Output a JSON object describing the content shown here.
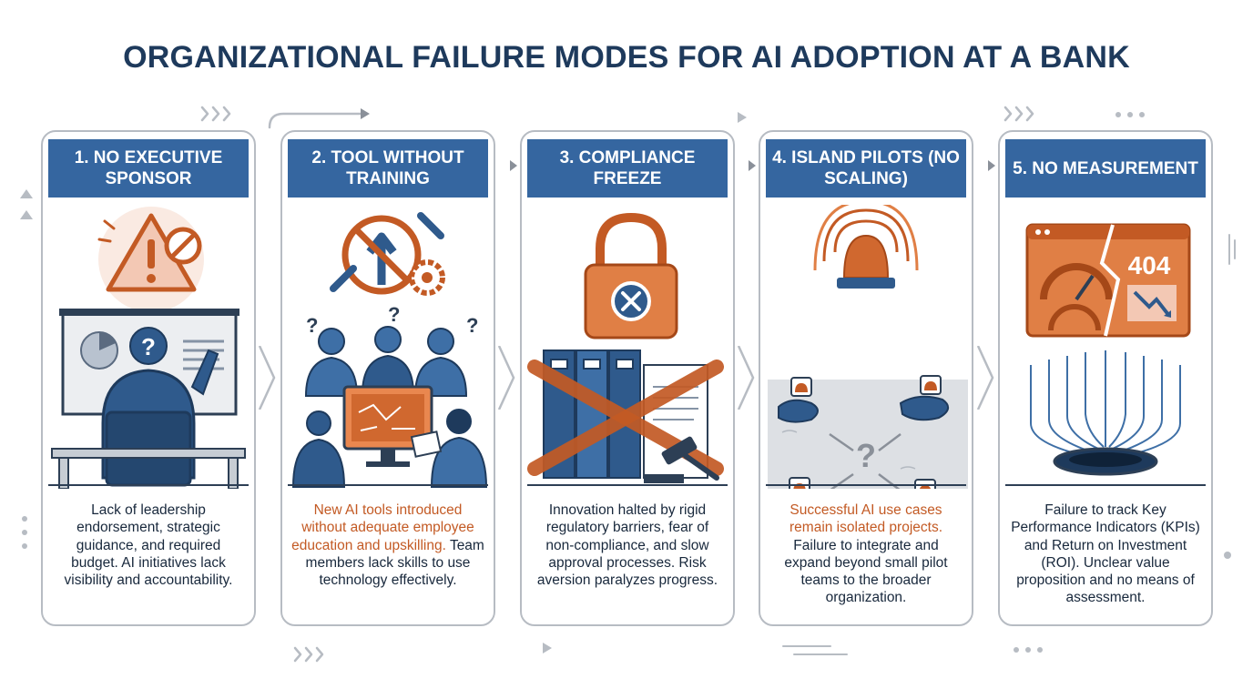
{
  "title": "ORGANIZATIONAL FAILURE MODES FOR AI ADOPTION AT A BANK",
  "colors": {
    "navy": "#1e3a5c",
    "header_blue": "#3566a0",
    "accent_orange": "#c35a24",
    "border_gray": "#b7bcc3"
  },
  "cards": [
    {
      "heading": "1. NO EXECUTIVE SPONSOR",
      "icon": "warning-triangle-icon",
      "highlight": "",
      "body": "Lack of leadership endorsement, strategic guidance, and required budget. AI initiatives lack visibility and accountability."
    },
    {
      "heading": "2. TOOL WITHOUT TRAINING",
      "icon": "no-upgrade-tools-icon",
      "highlight": "New AI tools introduced without adequate employee education and upskilling.",
      "body": "Team members lack skills to use technology effectively."
    },
    {
      "heading": "3. COMPLIANCE FREEZE",
      "icon": "padlock-icon",
      "highlight": "",
      "body": "Innovation halted by rigid regulatory barriers, fear of non-compliance, and slow approval processes. Risk aversion paralyzes progress."
    },
    {
      "heading": "4. ISLAND PILOTS (NO SCALING)",
      "icon": "alarm-light-icon",
      "highlight": "Successful AI use cases remain isolated projects.",
      "body": "Failure to integrate and expand beyond small pilot teams to the broader organization."
    },
    {
      "heading": "5. NO MEASUREMENT",
      "icon": "broken-dashboard-icon",
      "highlight": "",
      "body": "Failure to track Key Performance Indicators (KPIs) and Return on Investment (ROI). Unclear value proposition and no means of assessment.",
      "error_code": "404"
    }
  ]
}
